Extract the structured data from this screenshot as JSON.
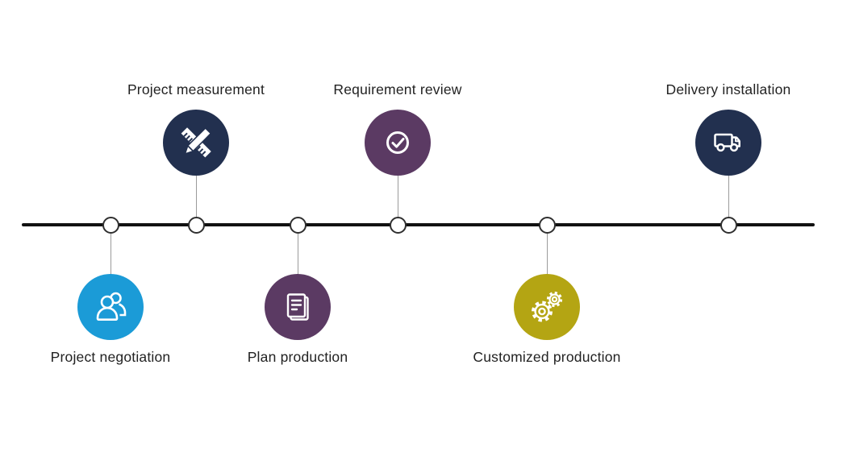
{
  "timeline": {
    "line_color": "#111111",
    "node_fill": "#ffffff",
    "node_border": "#2f2f2f",
    "connector_color": "#9b9b9b",
    "label_color": "#222222",
    "background": "#ffffff",
    "milestones": [
      {
        "label": "Project negotiation",
        "icon": "people-icon",
        "color": "#1b9bd7",
        "side": "below"
      },
      {
        "label": "Project measurement",
        "icon": "ruler-pencil-icon",
        "color": "#22304f",
        "side": "above"
      },
      {
        "label": "Plan production",
        "icon": "document-icon",
        "color": "#5b3a63",
        "side": "below"
      },
      {
        "label": "Requirement review",
        "icon": "check-circle-icon",
        "color": "#5b3a63",
        "side": "above"
      },
      {
        "label": "Customized production",
        "icon": "gears-icon",
        "color": "#b4a513",
        "side": "below"
      },
      {
        "label": "Delivery installation",
        "icon": "truck-icon",
        "color": "#22304f",
        "side": "above"
      }
    ]
  }
}
